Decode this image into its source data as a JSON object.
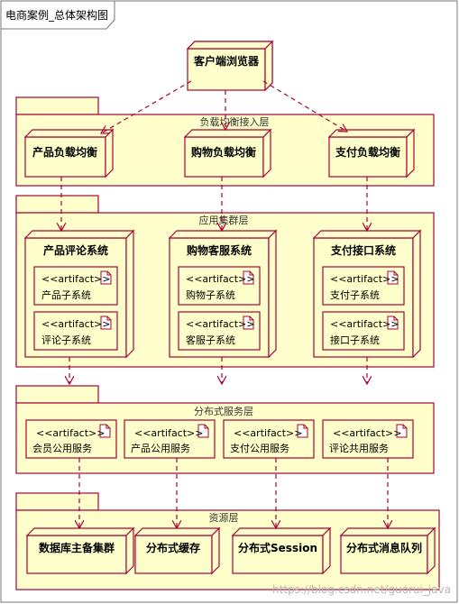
{
  "frame": {
    "title": "电商案例_总体架构图"
  },
  "client": {
    "label": "客户端浏览器"
  },
  "layers": {
    "lb": {
      "title": "负载均衡接入层",
      "nodes": [
        "产品负载均衡",
        "购物负载均衡",
        "支付负载均衡"
      ]
    },
    "app": {
      "title": "应用集群层",
      "nodes": [
        {
          "title": "产品评论系统",
          "artifacts": [
            {
              "stereotype": "<<artifact>>",
              "name": "产品子系统"
            },
            {
              "stereotype": "<<artifact>>",
              "name": "评论子系统"
            }
          ]
        },
        {
          "title": "购物客服系统",
          "artifacts": [
            {
              "stereotype": "<<artifact>>",
              "name": "购物子系统"
            },
            {
              "stereotype": "<<artifact>>",
              "name": "客服子系统"
            }
          ]
        },
        {
          "title": "支付接口系统",
          "artifacts": [
            {
              "stereotype": "<<artifact>>",
              "name": "支付子系统"
            },
            {
              "stereotype": "<<artifact>>",
              "name": "接口子系统"
            }
          ]
        }
      ]
    },
    "dist": {
      "title": "分布式服务层",
      "artifacts": [
        {
          "stereotype": "<<artifact>>",
          "name": "会员公用服务"
        },
        {
          "stereotype": "<<artifact>>",
          "name": "产品公用服务"
        },
        {
          "stereotype": "<<artifact>>",
          "name": "支付公用服务"
        },
        {
          "stereotype": "<<artifact>>",
          "name": "评论共用服务"
        }
      ]
    },
    "res": {
      "title": "资源层",
      "nodes": [
        "数据库主备集群",
        "分布式缓存",
        "分布式Session",
        "分布式消息队列"
      ]
    }
  },
  "watermark": "https://blog.csdn.net/guorui_java",
  "colors": {
    "fill": "#ffffcc",
    "stroke": "#a80036",
    "text": "#000000",
    "frame": "#777777"
  }
}
